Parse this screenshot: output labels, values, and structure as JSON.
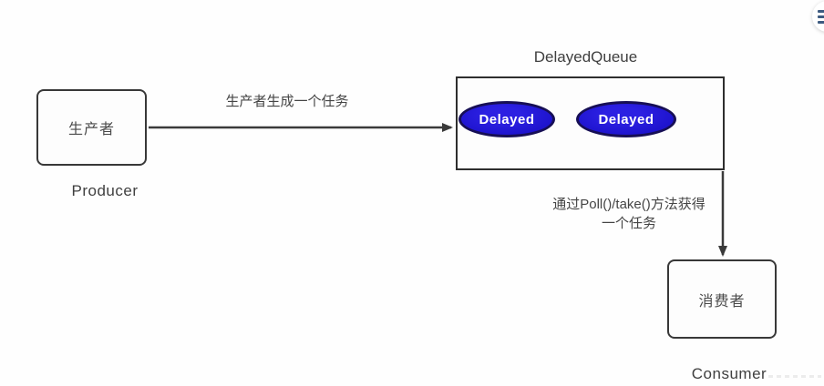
{
  "diagram": {
    "producer": {
      "label": "生产者",
      "caption": "Producer"
    },
    "queue": {
      "title": "DelayedQueue",
      "items": [
        {
          "label": "Delayed"
        },
        {
          "label": "Delayed"
        }
      ]
    },
    "consumer": {
      "label": "消费者",
      "caption": "Consumer"
    },
    "edges": {
      "produce_label": "生产者生成一个任务",
      "consume_label_line1": "通过Poll()/take()方法获得",
      "consume_label_line2": "一个任务"
    }
  },
  "colors": {
    "line": "#3a3a3a",
    "task_fill": "#1d12cf",
    "task_border": "#170f55",
    "task_text": "#ffffff",
    "menu_icon": "#3d5a80"
  },
  "icons": {
    "menu": "hamburger-menu-icon"
  }
}
